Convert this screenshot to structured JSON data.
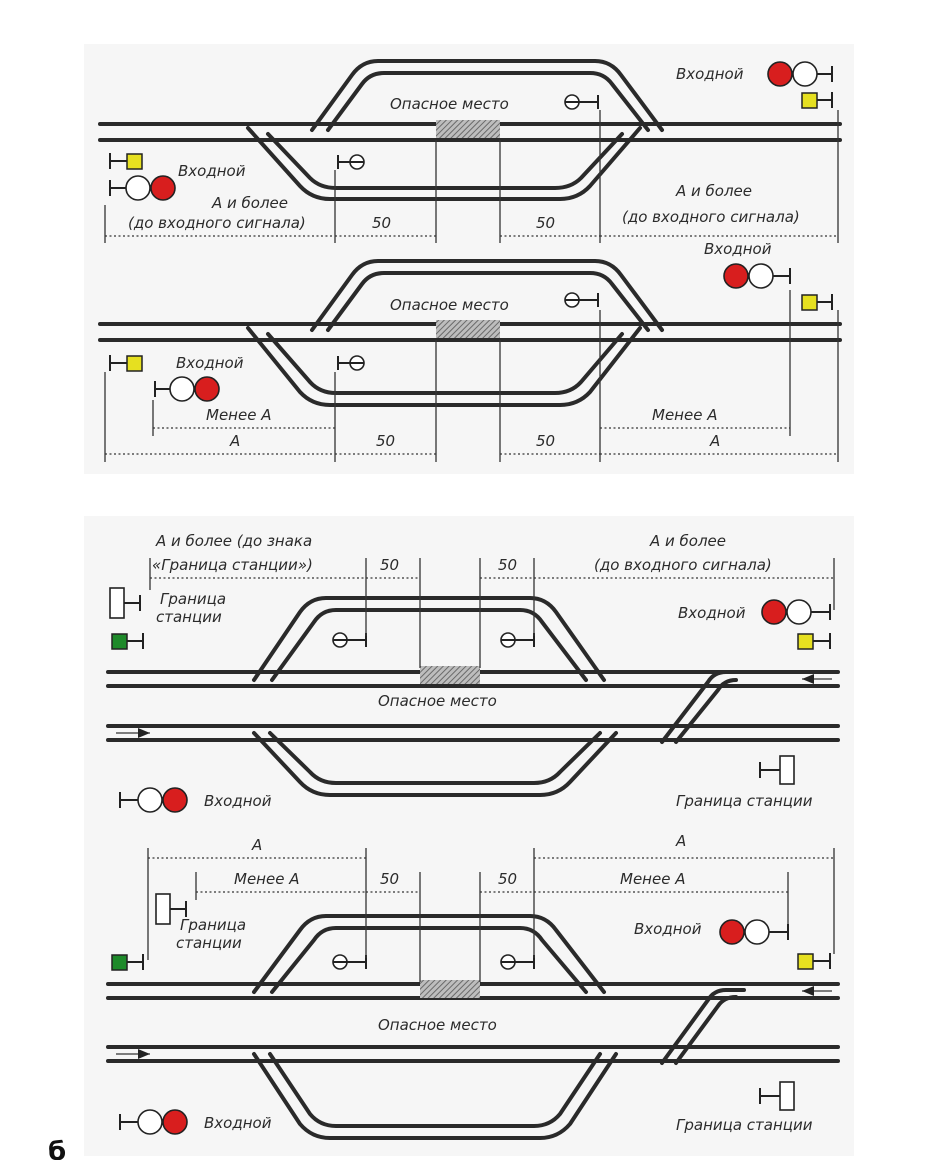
{
  "figure": {
    "panel_a": {
      "top": {
        "signal_right": "Входной",
        "signal_left": "Входной",
        "danger": "Опасное место",
        "dim_left": "А и более",
        "dim_left_sub": "(до входного сигнала)",
        "dim_50_left": "50",
        "dim_50_right": "50",
        "dim_right": "А и более",
        "dim_right_sub": "(до входного сигнала)"
      },
      "bottom": {
        "signal_right": "Входной",
        "signal_left": "Входной",
        "danger": "Опасное место",
        "less_left": "Менее А",
        "a_left": "А",
        "dim_50_left": "50",
        "dim_50_right": "50",
        "less_right": "Менее А",
        "a_right": "А"
      }
    },
    "panel_b": {
      "label": "б",
      "top": {
        "dim_left": "А и более (до знака",
        "dim_left_sub": "«Граница станции»)",
        "dim_50_left": "50",
        "dim_50_right": "50",
        "dim_right": "А и более",
        "dim_right_sub": "(до входного сигнала)",
        "boundary_left_1": "Граница",
        "boundary_left_2": "станции",
        "signal_right": "Входной",
        "danger": "Опасное место",
        "signal_left": "Входной",
        "boundary_right": "Граница станции"
      },
      "bottom": {
        "a_left": "А",
        "less_left": "Менее А",
        "dim_50_left": "50",
        "dim_50_right": "50",
        "a_right": "А",
        "less_right": "Менее А",
        "boundary_left_1": "Граница",
        "boundary_left_2": "станции",
        "signal_right": "Входной",
        "danger": "Опасное место",
        "signal_left": "Входной",
        "boundary_right": "Граница станции"
      }
    }
  },
  "colors": {
    "lamp_red": "#d81e1e",
    "lamp_white": "#ffffff",
    "sign_yellow": "#e6e020",
    "sign_green": "#1e8a2a"
  }
}
